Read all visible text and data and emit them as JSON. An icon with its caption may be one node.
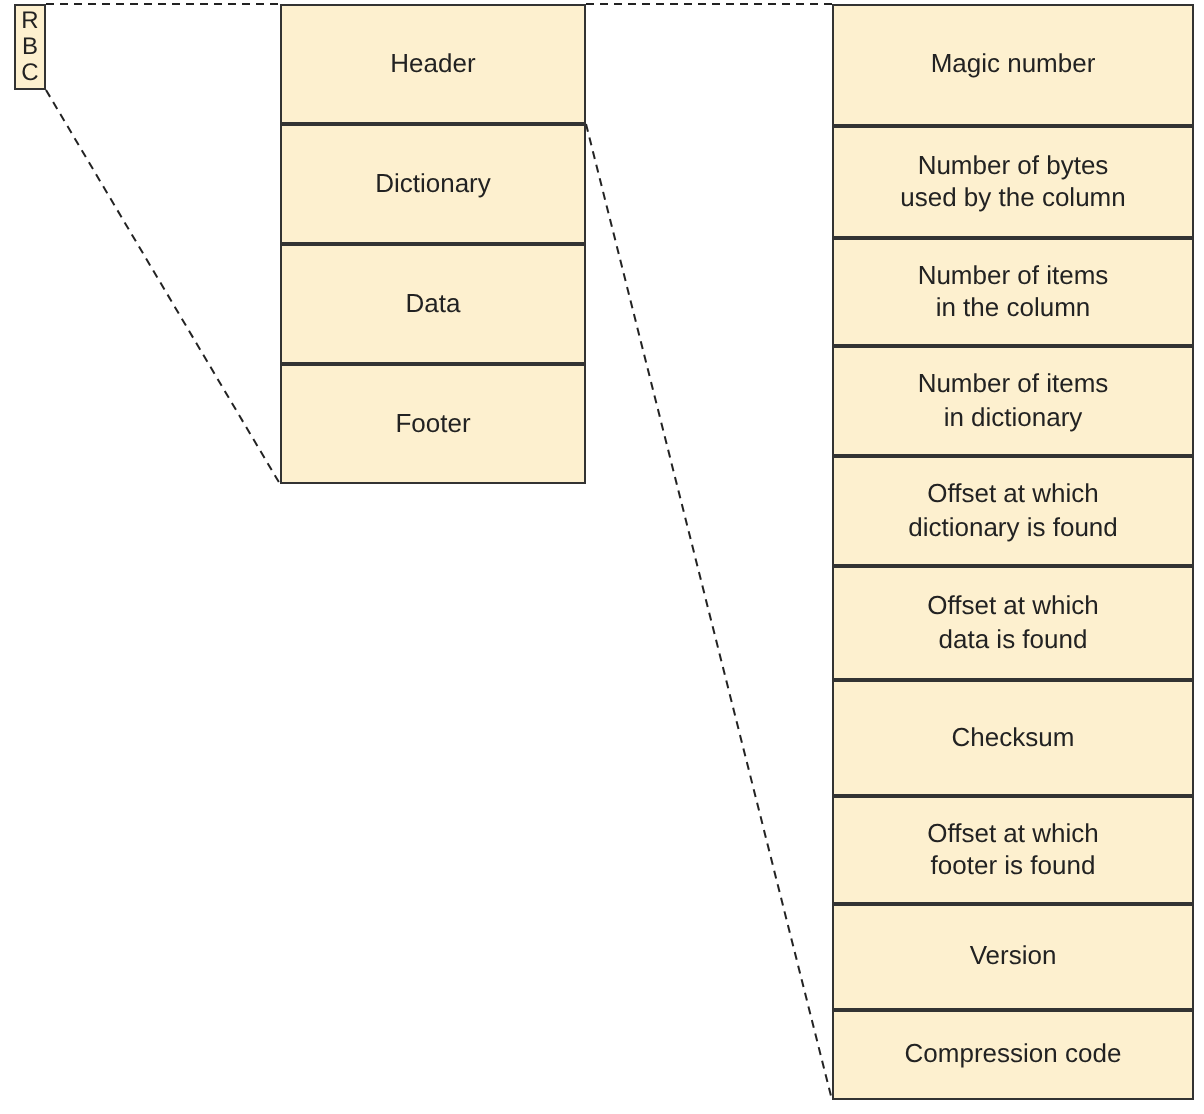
{
  "diagram": {
    "nodes": [
      {
        "text": [
          "RBC"
        ]
      },
      {
        "text": [
          "Header"
        ]
      },
      {
        "text": [
          "Dictionary"
        ]
      },
      {
        "text": [
          "Data"
        ]
      },
      {
        "text": [
          "Footer"
        ]
      },
      {
        "text": [
          "Magic number"
        ]
      },
      {
        "text": [
          "Number of bytes used by the column"
        ]
      },
      {
        "text": [
          "Number of items in the column"
        ]
      },
      {
        "text": [
          "Number of items in dictionary"
        ]
      },
      {
        "text": [
          "Offset at which dictionary is found"
        ]
      },
      {
        "text": [
          "Offset at which data is found"
        ]
      },
      {
        "text": [
          "Checksum"
        ]
      },
      {
        "text": [
          "Offset at which footer is found"
        ]
      },
      {
        "text": [
          "Version"
        ]
      },
      {
        "text": [
          "Compression code"
        ]
      }
    ],
    "edges": [
      {
        "from": 0,
        "to": 1,
        "arrow": "none",
        "style": "dashed"
      },
      {
        "from": 0,
        "to": 4,
        "arrow": "none",
        "style": "dashed"
      },
      {
        "from": 1,
        "to": 5,
        "arrow": "none",
        "style": "dashed"
      },
      {
        "from": 1,
        "to": 14,
        "arrow": "none",
        "style": "dashed"
      }
    ]
  }
}
